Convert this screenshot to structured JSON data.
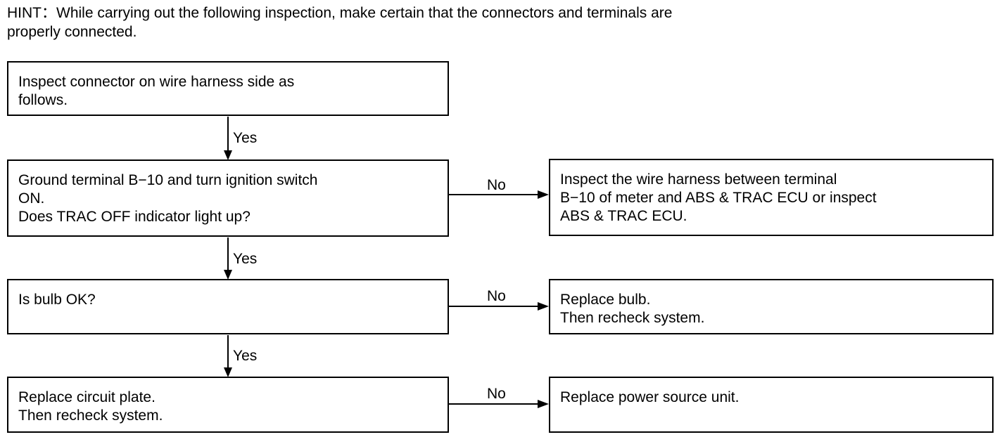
{
  "hint": "HINT：While carrying out the following inspection, make certain that the connectors and terminals are\nproperly connected.",
  "flowchart": {
    "steps": [
      {
        "text": "Inspect connector on wire harness side as\nfollows."
      },
      {
        "text": "Ground terminal B−10 and turn ignition switch\nON.\nDoes TRAC OFF indicator light up?"
      },
      {
        "text": "Is bulb OK?"
      },
      {
        "text": "Replace circuit plate.\nThen recheck system."
      }
    ],
    "no_actions": [
      {
        "text": "Inspect the wire harness between terminal\nB−10 of meter and ABS & TRAC ECU or inspect\nABS & TRAC ECU."
      },
      {
        "text": "Replace bulb.\nThen recheck system."
      },
      {
        "text": "Replace power source unit."
      }
    ],
    "labels": {
      "yes": "Yes",
      "no": "No"
    }
  }
}
